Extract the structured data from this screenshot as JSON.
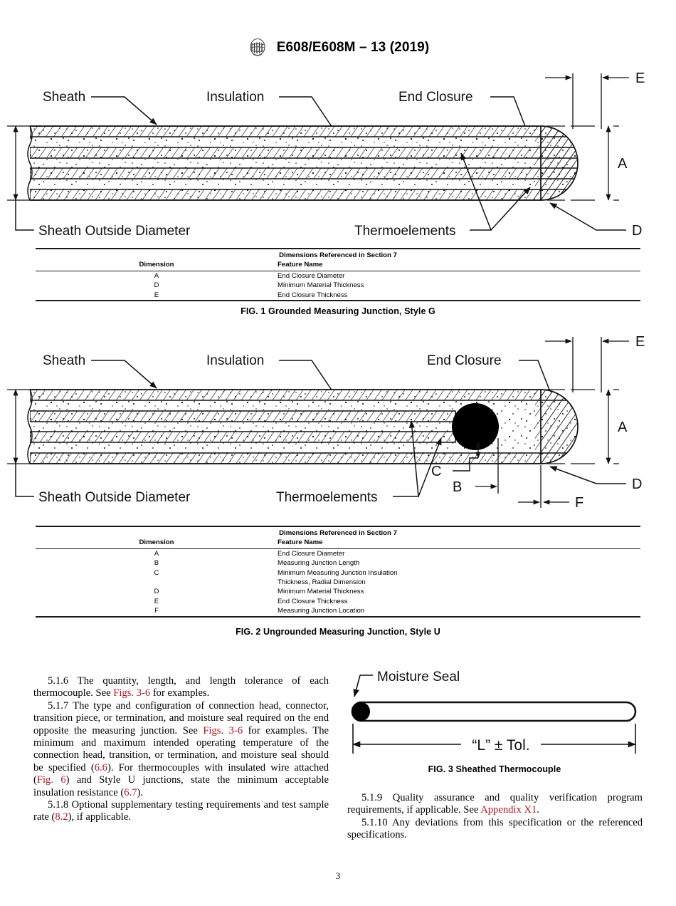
{
  "header": {
    "logo_icon": "astm-logo-icon",
    "standard": "E608/E608M – 13 (2019)"
  },
  "figure1": {
    "caption": "FIG. 1  Grounded Measuring Junction, Style G",
    "labels": {
      "sheath": "Sheath",
      "insulation": "Insulation",
      "end_closure": "End Closure",
      "sheath_od": "Sheath Outside Diameter",
      "thermoelements": "Thermoelements",
      "dim_a": "A",
      "dim_d": "D",
      "dim_e": "E"
    },
    "table": {
      "title": "Dimensions Referenced in Section 7",
      "col_dimension": "Dimension",
      "col_feature": "Feature Name",
      "rows": [
        {
          "dim": "A",
          "feature": "End Closure Diameter"
        },
        {
          "dim": "D",
          "feature": "Minimum Material Thickness"
        },
        {
          "dim": "E",
          "feature": "End Closure Thickness"
        }
      ]
    }
  },
  "figure2": {
    "caption": "FIG. 2  Ungrounded Measuring Junction, Style U",
    "labels": {
      "sheath": "Sheath",
      "insulation": "Insulation",
      "end_closure": "End Closure",
      "sheath_od": "Sheath Outside Diameter",
      "thermoelements": "Thermoelements",
      "dim_a": "A",
      "dim_b": "B",
      "dim_c": "C",
      "dim_d": "D",
      "dim_e": "E",
      "dim_f": "F"
    },
    "table": {
      "title": "Dimensions Referenced in Section 7",
      "col_dimension": "Dimension",
      "col_feature": "Feature Name",
      "rows": [
        {
          "dim": "A",
          "feature": "End Closure Diameter"
        },
        {
          "dim": "B",
          "feature": "Measuring Junction Length"
        },
        {
          "dim": "C",
          "feature": "Minimum Measuring Junction Insulation"
        },
        {
          "dim": "",
          "feature": "Thickness, Radial Dimension"
        },
        {
          "dim": "D",
          "feature": "Minimum Material Thickness"
        },
        {
          "dim": "E",
          "feature": "End Closure Thickness"
        },
        {
          "dim": "F",
          "feature": "Measuring Junction Location"
        }
      ]
    }
  },
  "figure3": {
    "caption": "FIG. 3  Sheathed Thermocouple",
    "labels": {
      "moisture_seal": "Moisture Seal",
      "length": "“L” ± Tol."
    }
  },
  "body": {
    "left_column": [
      {
        "id": "5.1.6",
        "runs": [
          {
            "t": "5.1.6 The quantity, length, and length tolerance of each thermocouple. See "
          },
          {
            "t": "Figs. 3-6",
            "ref": true
          },
          {
            "t": " for examples."
          }
        ]
      },
      {
        "id": "5.1.7",
        "runs": [
          {
            "t": "5.1.7 The type and configuration of connection head, connector, transition piece, or termination, and moisture seal required on the end opposite the measuring junction. See "
          },
          {
            "t": "Figs. 3-6",
            "ref": true
          },
          {
            "t": " for examples. The minimum and maximum intended operating temperature of the connection head, transition, or termination, and moisture seal should be specified ("
          },
          {
            "t": "6.6",
            "ref": true
          },
          {
            "t": "). For thermocouples with insulated wire attached ("
          },
          {
            "t": "Fig. 6",
            "ref": true
          },
          {
            "t": ") and Style U junctions, state the minimum acceptable insulation resistance ("
          },
          {
            "t": "6.7",
            "ref": true
          },
          {
            "t": ")."
          }
        ]
      },
      {
        "id": "5.1.8",
        "runs": [
          {
            "t": "5.1.8 Optional supplementary testing requirements and test sample rate ("
          },
          {
            "t": "8.2",
            "ref": true
          },
          {
            "t": "), if applicable."
          }
        ]
      }
    ],
    "right_column": [
      {
        "id": "5.1.9",
        "runs": [
          {
            "t": "5.1.9 Quality assurance and quality verification program requirements, if applicable. See "
          },
          {
            "t": "Appendix X1",
            "ref": true
          },
          {
            "t": "."
          }
        ]
      },
      {
        "id": "5.1.10",
        "runs": [
          {
            "t": "5.1.10 Any deviations from this specification or the referenced specifications."
          }
        ]
      }
    ]
  },
  "footer": {
    "page_number": "3"
  }
}
